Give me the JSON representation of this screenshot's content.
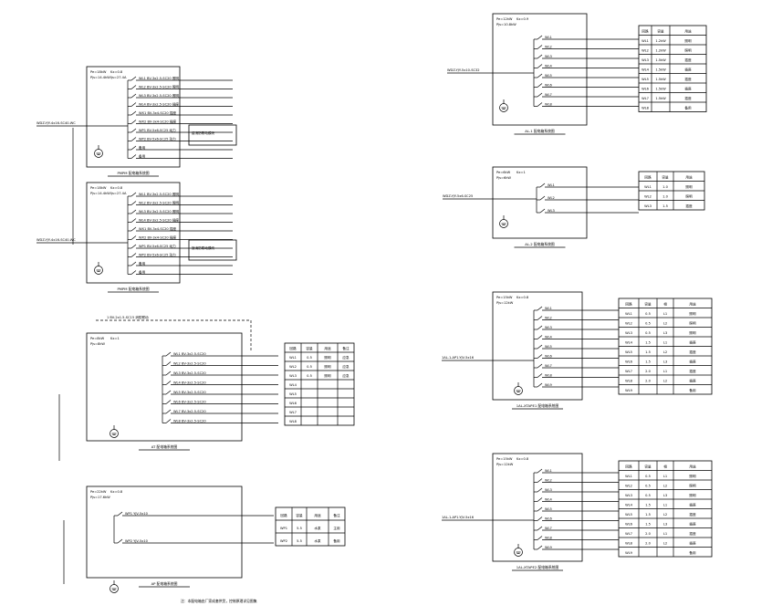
{
  "sheet": {
    "background": "#ffffff",
    "line_color": "#000000"
  },
  "panels": [
    {
      "id": "p1",
      "caption": "PMPM 配电箱系统图",
      "header": [
        "Pe=18kW",
        "Kx=0.8",
        "Pjs=14.4kW",
        "Ijs=27.4A"
      ],
      "incoming": "WDZ-YJY-4x16-SC40-WC",
      "circuits": [
        "WL1 BV-3x2.5-SC20 照明",
        "WL2 BV-3x2.5-SC20 照明",
        "WL3 BV-3x2.5-SC20 照明",
        "WL4 BV-3x2.5-SC20 插座",
        "WX1 BV-3x4-SC20 插座",
        "WX2 BV-3x4-SC20 插座",
        "WP1 BV-5x6-SC25 动力",
        "WP2 BV-5x6-SC25 动力",
        "备用",
        "备用"
      ],
      "note": "接消防联动模块"
    },
    {
      "id": "p2",
      "caption": "PMPM 配电箱系统图",
      "header": [
        "Pe=18kW",
        "Kx=0.8",
        "Pjs=14.4kW",
        "Ijs=27.4A"
      ],
      "incoming": "WDZ-YJY-4x16-SC40-WC",
      "circuits": [
        "WL1 BV-3x2.5-SC20 照明",
        "WL2 BV-3x2.5-SC20 照明",
        "WL3 BV-3x2.5-SC20 照明",
        "WL4 BV-3x2.5-SC20 插座",
        "WX1 BV-3x4-SC20 插座",
        "WX2 BV-3x4-SC20 插座",
        "WP1 BV-5x6-SC25 动力",
        "WP2 BV-5x6-SC25 动力",
        "备用",
        "备用"
      ],
      "note": "接消防联动模块"
    },
    {
      "id": "p3",
      "caption": "AT 配电箱系统图",
      "header": [
        "Pe=8kW",
        "Kx=1",
        "Pjs=8kW"
      ],
      "top_line": "1 BV-2x1.5-SC15 消防联动",
      "circuits": [
        "WL1 BV-3x2.5-SC20",
        "WL2 BV-3x2.5-SC20",
        "WL3 BV-3x2.5-SC20",
        "WL4 BV-3x2.5-SC20",
        "WL5 BV-3x2.5-SC20",
        "WL6 BV-3x2.5-SC20",
        "WL7 BV-3x2.5-SC20",
        "WL8 BV-3x2.5-SC20"
      ],
      "table": {
        "headers": [
          "回路",
          "容量",
          "用途",
          "备注"
        ],
        "rows": [
          [
            "WL1",
            "0.5",
            "照明",
            "应急"
          ],
          [
            "WL2",
            "0.5",
            "照明",
            "应急"
          ],
          [
            "WL3",
            "0.5",
            "照明",
            "应急"
          ],
          [
            "WL4",
            "",
            "",
            ""
          ],
          [
            "WL5",
            "",
            "",
            ""
          ],
          [
            "WL6",
            "",
            "",
            ""
          ],
          [
            "WL7",
            "",
            "",
            ""
          ],
          [
            "WL8",
            "",
            "",
            ""
          ]
        ]
      }
    },
    {
      "id": "p4",
      "caption": "AP 配电箱系统图",
      "header": [
        "Pe=22kW",
        "Kx=0.8",
        "Pjs=17.6kW"
      ],
      "circuits": [
        "WP1 YJV-5x10",
        "WP2 YJV-5x10"
      ],
      "table": {
        "headers": [
          "回路",
          "容量",
          "用途",
          "备注"
        ],
        "rows": [
          [
            "WP1",
            "5.5",
            "水泵",
            "主用"
          ],
          [
            "WP2",
            "5.5",
            "水泵",
            "备用"
          ]
        ]
      },
      "note": "注：本配电箱由厂家成套供货，控制原理详见图集"
    },
    {
      "id": "p5",
      "caption": "AL-1 配电箱系统图",
      "header": [
        "Pe=12kW",
        "Kx=0.9",
        "Pjs=10.8kW"
      ],
      "incoming": "WDZ-YJY-5x10-SC32",
      "circuits": [
        "WL1",
        "WL2",
        "WL3",
        "WL4",
        "WL5",
        "WL6",
        "WL7",
        "WL8"
      ],
      "table": {
        "headers": [
          "回路",
          "容量",
          "用途"
        ],
        "rows": [
          [
            "WL1",
            "1.2kW",
            "照明"
          ],
          [
            "WL2",
            "1.2kW",
            "照明"
          ],
          [
            "WL3",
            "1.5kW",
            "插座"
          ],
          [
            "WL4",
            "1.5kW",
            "插座"
          ],
          [
            "WL5",
            "1.5kW",
            "插座"
          ],
          [
            "WL6",
            "1.5kW",
            "插座"
          ],
          [
            "WL7",
            "1.5kW",
            "插座"
          ],
          [
            "WL8",
            "",
            "备用"
          ]
        ]
      }
    },
    {
      "id": "p6",
      "caption": "AL-2 配电箱系统图",
      "header": [
        "Pe=6kW",
        "Kx=1",
        "Pjs=6kW"
      ],
      "incoming": "WDZ-YJY-5x6-SC25",
      "circuits": [
        "WL1",
        "WL2",
        "WL3"
      ],
      "table": {
        "headers": [
          "回路",
          "容量",
          "用途"
        ],
        "rows": [
          [
            "WL1",
            "1.0",
            "照明"
          ],
          [
            "WL2",
            "1.0",
            "照明"
          ],
          [
            "WL3",
            "1.5",
            "插座"
          ]
        ]
      }
    },
    {
      "id": "p7",
      "caption": "1AL-XTAPE1 配电箱系统图",
      "header": [
        "Pe=15kW",
        "Kx=0.8",
        "Pjs=12kW"
      ],
      "incoming": "1AL-1-AP1-YJV-5x16",
      "circuits": [
        "WL1",
        "WL2",
        "WL3",
        "WL4",
        "WL5",
        "WL6",
        "WL7",
        "WL8",
        "WL9"
      ],
      "table": {
        "headers": [
          "回路",
          "容量",
          "相",
          "用途"
        ],
        "rows": [
          [
            "WL1",
            "0.5",
            "L1",
            "照明"
          ],
          [
            "WL2",
            "0.5",
            "L2",
            "照明"
          ],
          [
            "WL3",
            "0.5",
            "L3",
            "照明"
          ],
          [
            "WL4",
            "1.5",
            "L1",
            "插座"
          ],
          [
            "WL5",
            "1.5",
            "L2",
            "插座"
          ],
          [
            "WL6",
            "1.5",
            "L3",
            "插座"
          ],
          [
            "WL7",
            "2.0",
            "L1",
            "插座"
          ],
          [
            "WL8",
            "2.0",
            "L2",
            "插座"
          ],
          [
            "WL9",
            "",
            "",
            "备用"
          ]
        ]
      }
    },
    {
      "id": "p8",
      "caption": "1AL-XTAPE2 配电箱系统图",
      "header": [
        "Pe=15kW",
        "Kx=0.8",
        "Pjs=12kW"
      ],
      "incoming": "1AL-1-AP1-YJV-5x16",
      "circuits": [
        "WL1",
        "WL2",
        "WL3",
        "WL4",
        "WL5",
        "WL6",
        "WL7",
        "WL8",
        "WL9"
      ],
      "table": {
        "headers": [
          "回路",
          "容量",
          "相",
          "用途"
        ],
        "rows": [
          [
            "WL1",
            "0.5",
            "L1",
            "照明"
          ],
          [
            "WL2",
            "0.5",
            "L2",
            "照明"
          ],
          [
            "WL3",
            "0.5",
            "L3",
            "照明"
          ],
          [
            "WL4",
            "1.5",
            "L1",
            "插座"
          ],
          [
            "WL5",
            "1.5",
            "L2",
            "插座"
          ],
          [
            "WL6",
            "1.5",
            "L3",
            "插座"
          ],
          [
            "WL7",
            "2.0",
            "L1",
            "插座"
          ],
          [
            "WL8",
            "2.0",
            "L2",
            "插座"
          ],
          [
            "WL9",
            "",
            "",
            "备用"
          ]
        ]
      }
    }
  ]
}
